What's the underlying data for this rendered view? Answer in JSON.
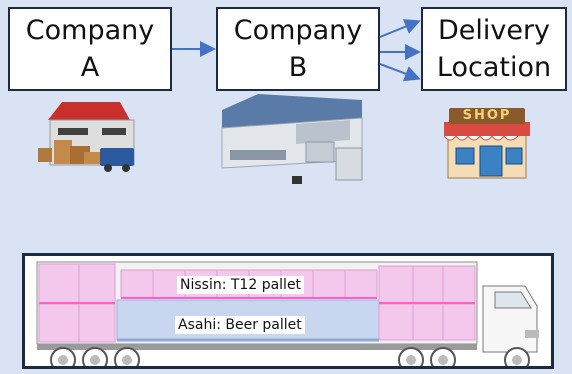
{
  "nodes": {
    "company_a": "Company\nA",
    "company_b": "Company\nB",
    "delivery": "Delivery\nLocation"
  },
  "shop_sign": "SHOP",
  "truck": {
    "upper_label": "Nissin: T12 pallet",
    "lower_label": "Asahi: Beer pallet"
  },
  "colors": {
    "background": "#dae3f3",
    "arrow": "#4472c4",
    "pallet_pink": "#f4c8ec",
    "pallet_blue": "#c9d6ef"
  }
}
